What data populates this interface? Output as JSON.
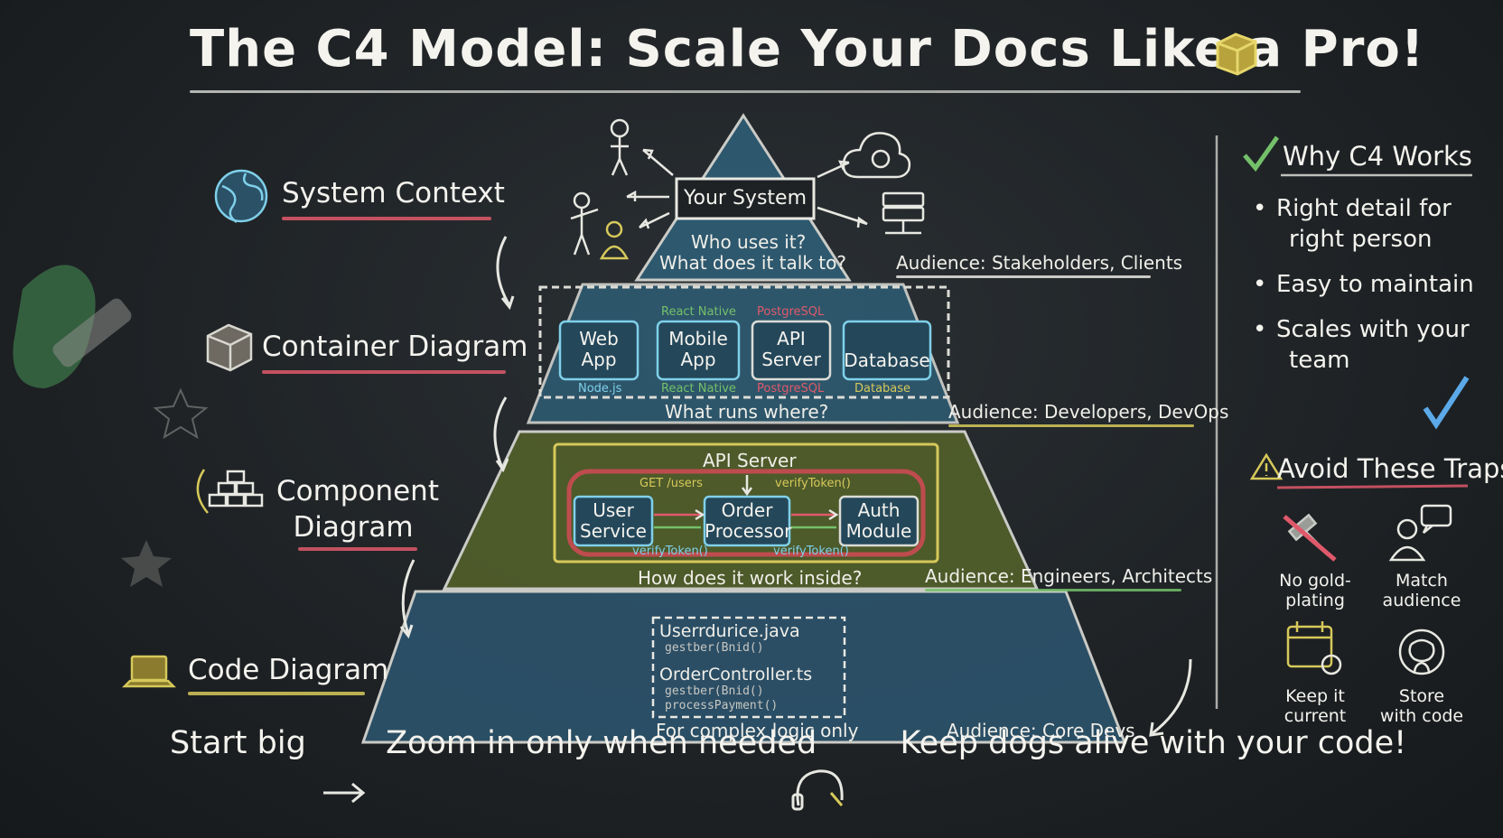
{
  "title": "The C4 Model: Scale Your Docs Like a Pro!",
  "levels": [
    {
      "label": "System Context",
      "icon": "globe-icon"
    },
    {
      "label": "Container Diagram",
      "icon": "box-icon"
    },
    {
      "label": "Component Diagram",
      "icon": "blocks-icon"
    },
    {
      "label": "Code Diagram",
      "icon": "laptop-icon"
    }
  ],
  "context": {
    "system_label": "Your System",
    "question_1": "Who uses it?",
    "question_2": "What does it talk to?",
    "audience": "Audience: Stakeholders, Clients"
  },
  "containers": {
    "items": [
      {
        "name_1": "Web",
        "name_2": "App",
        "top": "",
        "bottom": "Node.js"
      },
      {
        "name_1": "Mobile",
        "name_2": "App",
        "top": "React Native",
        "bottom": "React Native"
      },
      {
        "name_1": "API",
        "name_2": "Server",
        "top": "PostgreSQL",
        "bottom": "PostgreSQL"
      },
      {
        "name_1": "Database",
        "name_2": "",
        "top": "",
        "bottom": "Database"
      }
    ],
    "question": "What runs where?",
    "audience": "Audience: Developers, DevOps"
  },
  "components": {
    "boundary": "API Server",
    "items": [
      {
        "name_1": "User",
        "name_2": "Service"
      },
      {
        "name_1": "Order",
        "name_2": "Processor"
      },
      {
        "name_1": "Auth",
        "name_2": "Module"
      }
    ],
    "edge_get_users": "GET /users",
    "edge_verify_top": "verifyToken()",
    "edge_verify_bottom_left": "verifyToken()",
    "edge_verify_bottom_right": "verifyToken()",
    "question": "How does it work inside?",
    "audience": "Audience: Engineers, Architects"
  },
  "code": {
    "file_1": "Userrdurice.java",
    "file_1_method": "gestber(Bnid()",
    "file_2": "OrderController.ts",
    "file_2_method_1": "gestber(Bnid()",
    "file_2_method_2": "processPayment()",
    "note": "For complex logic only",
    "audience": "Audience: Core Devs"
  },
  "why": {
    "heading": "Why C4 Works",
    "bullets": [
      {
        "line_1": "Right detail for",
        "line_2": "right person"
      },
      {
        "line_1": "Easy to maintain",
        "line_2": ""
      },
      {
        "line_1": "Scales with your",
        "line_2": "team"
      }
    ]
  },
  "traps": {
    "heading": "Avoid These Traps",
    "items": [
      {
        "line_1": "No gold-",
        "line_2": "plating",
        "icon": "hammer-icon"
      },
      {
        "line_1": "Match",
        "line_2": "audience",
        "icon": "person-chat-icon"
      },
      {
        "line_1": "Keep it",
        "line_2": "current",
        "icon": "calendar-icon"
      },
      {
        "line_1": "Store",
        "line_2": "with code",
        "icon": "github-icon"
      }
    ]
  },
  "footer": {
    "part_1": "Start big",
    "part_2": "Zoom in only when needed",
    "part_3": "Keep dogs alive with your code!"
  },
  "colors": {
    "chalk_white": "#f4f3ee",
    "pink": "#e0596b",
    "yellow": "#d6c95a",
    "cyan": "#6cc6e0",
    "green": "#74c06a",
    "blue_fill": "#2f5f78",
    "olive_fill": "#5d6a2c"
  }
}
